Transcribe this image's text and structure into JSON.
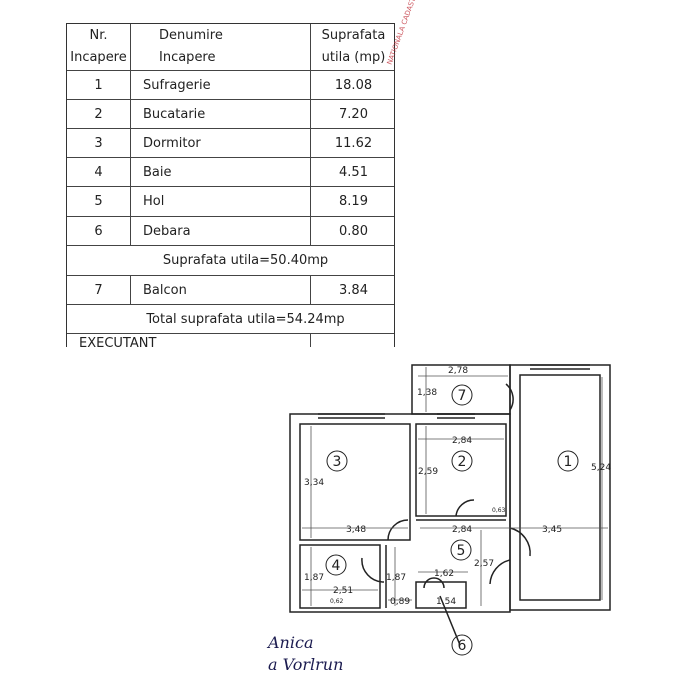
{
  "table": {
    "headers": {
      "nr": [
        "Nr.",
        "Incapere"
      ],
      "name": [
        "Denumire",
        "Incapere"
      ],
      "area": [
        "Suprafata",
        "utila (mp)"
      ]
    },
    "rooms": [
      {
        "nr": "1",
        "name": "Sufragerie",
        "area": "18.08"
      },
      {
        "nr": "2",
        "name": "Bucatarie",
        "area": "7.20"
      },
      {
        "nr": "3",
        "name": "Dormitor",
        "area": "11.62"
      },
      {
        "nr": "4",
        "name": "Baie",
        "area": "4.51"
      },
      {
        "nr": "5",
        "name": "Hol",
        "area": "8.19"
      },
      {
        "nr": "6",
        "name": "Debara",
        "area": "0.80"
      }
    ],
    "subtotal": "Suprafata utila=50.40mp",
    "balcony": {
      "nr": "7",
      "name": "Balcon",
      "area": "3.84"
    },
    "total": "Total suprafata utila=54.24mp",
    "executant": "EXECUTANT"
  },
  "stamp": "NATIONALA CADASTRU",
  "plan": {
    "room_numbers": [
      "1",
      "2",
      "3",
      "4",
      "5",
      "6",
      "7"
    ],
    "dimensions": {
      "balcony_w": "2,78",
      "balcony_h": "1,38",
      "kitchen_w": "2,84",
      "kitchen_h": "2,59",
      "bedroom_h": "3,34",
      "bedroom_w": "3,48",
      "living_h": "5,24",
      "living_w": "3,45",
      "hall_w": "2,84",
      "hall_h": "2,57",
      "hall_small_w": "1,62",
      "bath_h": "1,87",
      "bath_w": "2,51",
      "corridor_h": "1,87",
      "corridor_w": "0,89",
      "closet_w": "1,54",
      "small_1": "0,63",
      "small_2": "0,62"
    }
  },
  "signature": [
    "Anica",
    "a Vorlrun"
  ],
  "colors": {
    "ink": "#222222",
    "stamp": "#c0303a",
    "signature": "#1c1c50"
  }
}
